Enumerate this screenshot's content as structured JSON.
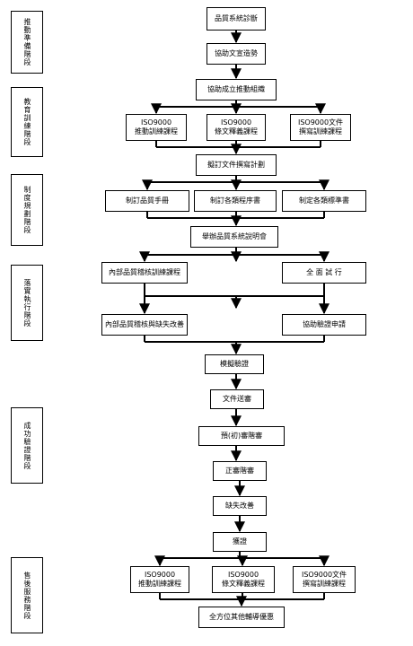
{
  "phases": [
    {
      "id": "p1",
      "label": "推動準備階段"
    },
    {
      "id": "p2",
      "label": "教育訓練階段"
    },
    {
      "id": "p3",
      "label": "制度規劃階段"
    },
    {
      "id": "p4",
      "label": "落實執行階段"
    },
    {
      "id": "p5",
      "label": "成功驗證階段"
    },
    {
      "id": "p6",
      "label": "售後服務階段"
    }
  ],
  "nodes": {
    "n1": "品質系統診斷",
    "n2": "協助文宣造勢",
    "n3": "協助成立推動組織",
    "n4a": "ISO9000\n推動訓練課程",
    "n4b": "ISO9000\n條文釋義課程",
    "n4c": "ISO9000文件\n撰寫訓練課程",
    "n5": "擬訂文件撰寫計劃",
    "n6a": "制訂品質手冊",
    "n6b": "制訂各類程序書",
    "n6c": "制定各類標準書",
    "n7": "舉辦品質系統說明會",
    "n8a": "內部品質稽核訓練課程",
    "n8b": "全 面 試 行",
    "n9a": "內部品質稽核與缺失改善",
    "n9b": "協助驗證申請",
    "n10": "模擬驗證",
    "n11": "文件送審",
    "n12": "預(初)審階審",
    "n13": "正審階審",
    "n14": "缺失改善",
    "n15": "獲證",
    "n16a": "ISO9000\n推動訓練課程",
    "n16b": "ISO9000\n條文釋義課程",
    "n16c": "ISO9000文件\n撰寫訓練課程",
    "n17": "全方位其他輔導優惠"
  }
}
